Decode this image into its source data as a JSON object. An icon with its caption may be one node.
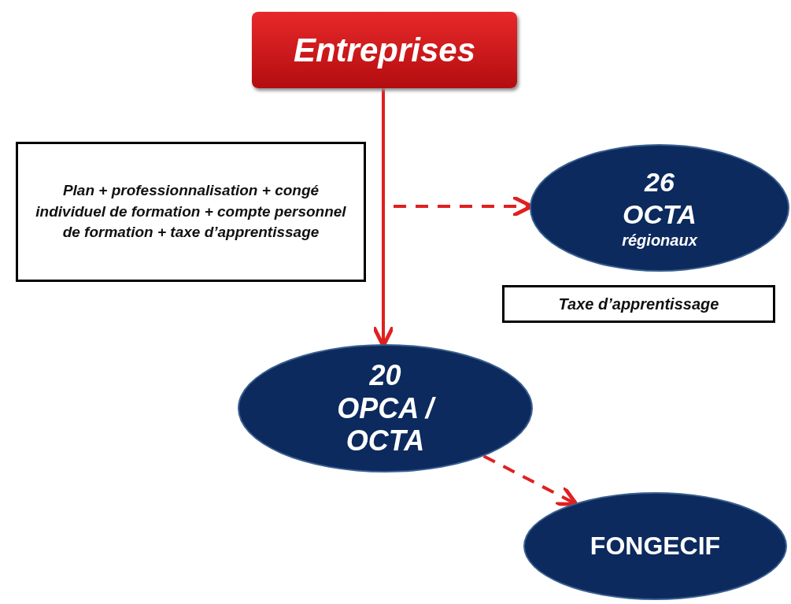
{
  "diagram": {
    "nodes": [
      {
        "text": [
          "Entreprises"
        ]
      },
      {
        "text": [
          "Plan + professionnalisation + congé individuel de formation + compte personnel de formation + taxe d’apprentissage"
        ]
      },
      {
        "text": [
          "26",
          "OCTA",
          "régionaux"
        ]
      },
      {
        "text": [
          "Taxe d’apprentissage"
        ]
      },
      {
        "text": [
          "20",
          "OPCA / OCTA"
        ]
      },
      {
        "text": [
          "FONGECIF"
        ]
      }
    ],
    "edges": [
      {
        "from": 0,
        "to": 4,
        "arrow": "to"
      },
      {
        "from": null,
        "to": 2,
        "arrow": "to",
        "style": "dashed"
      },
      {
        "from": 4,
        "to": 5,
        "arrow": "to",
        "style": "dashed"
      }
    ]
  }
}
